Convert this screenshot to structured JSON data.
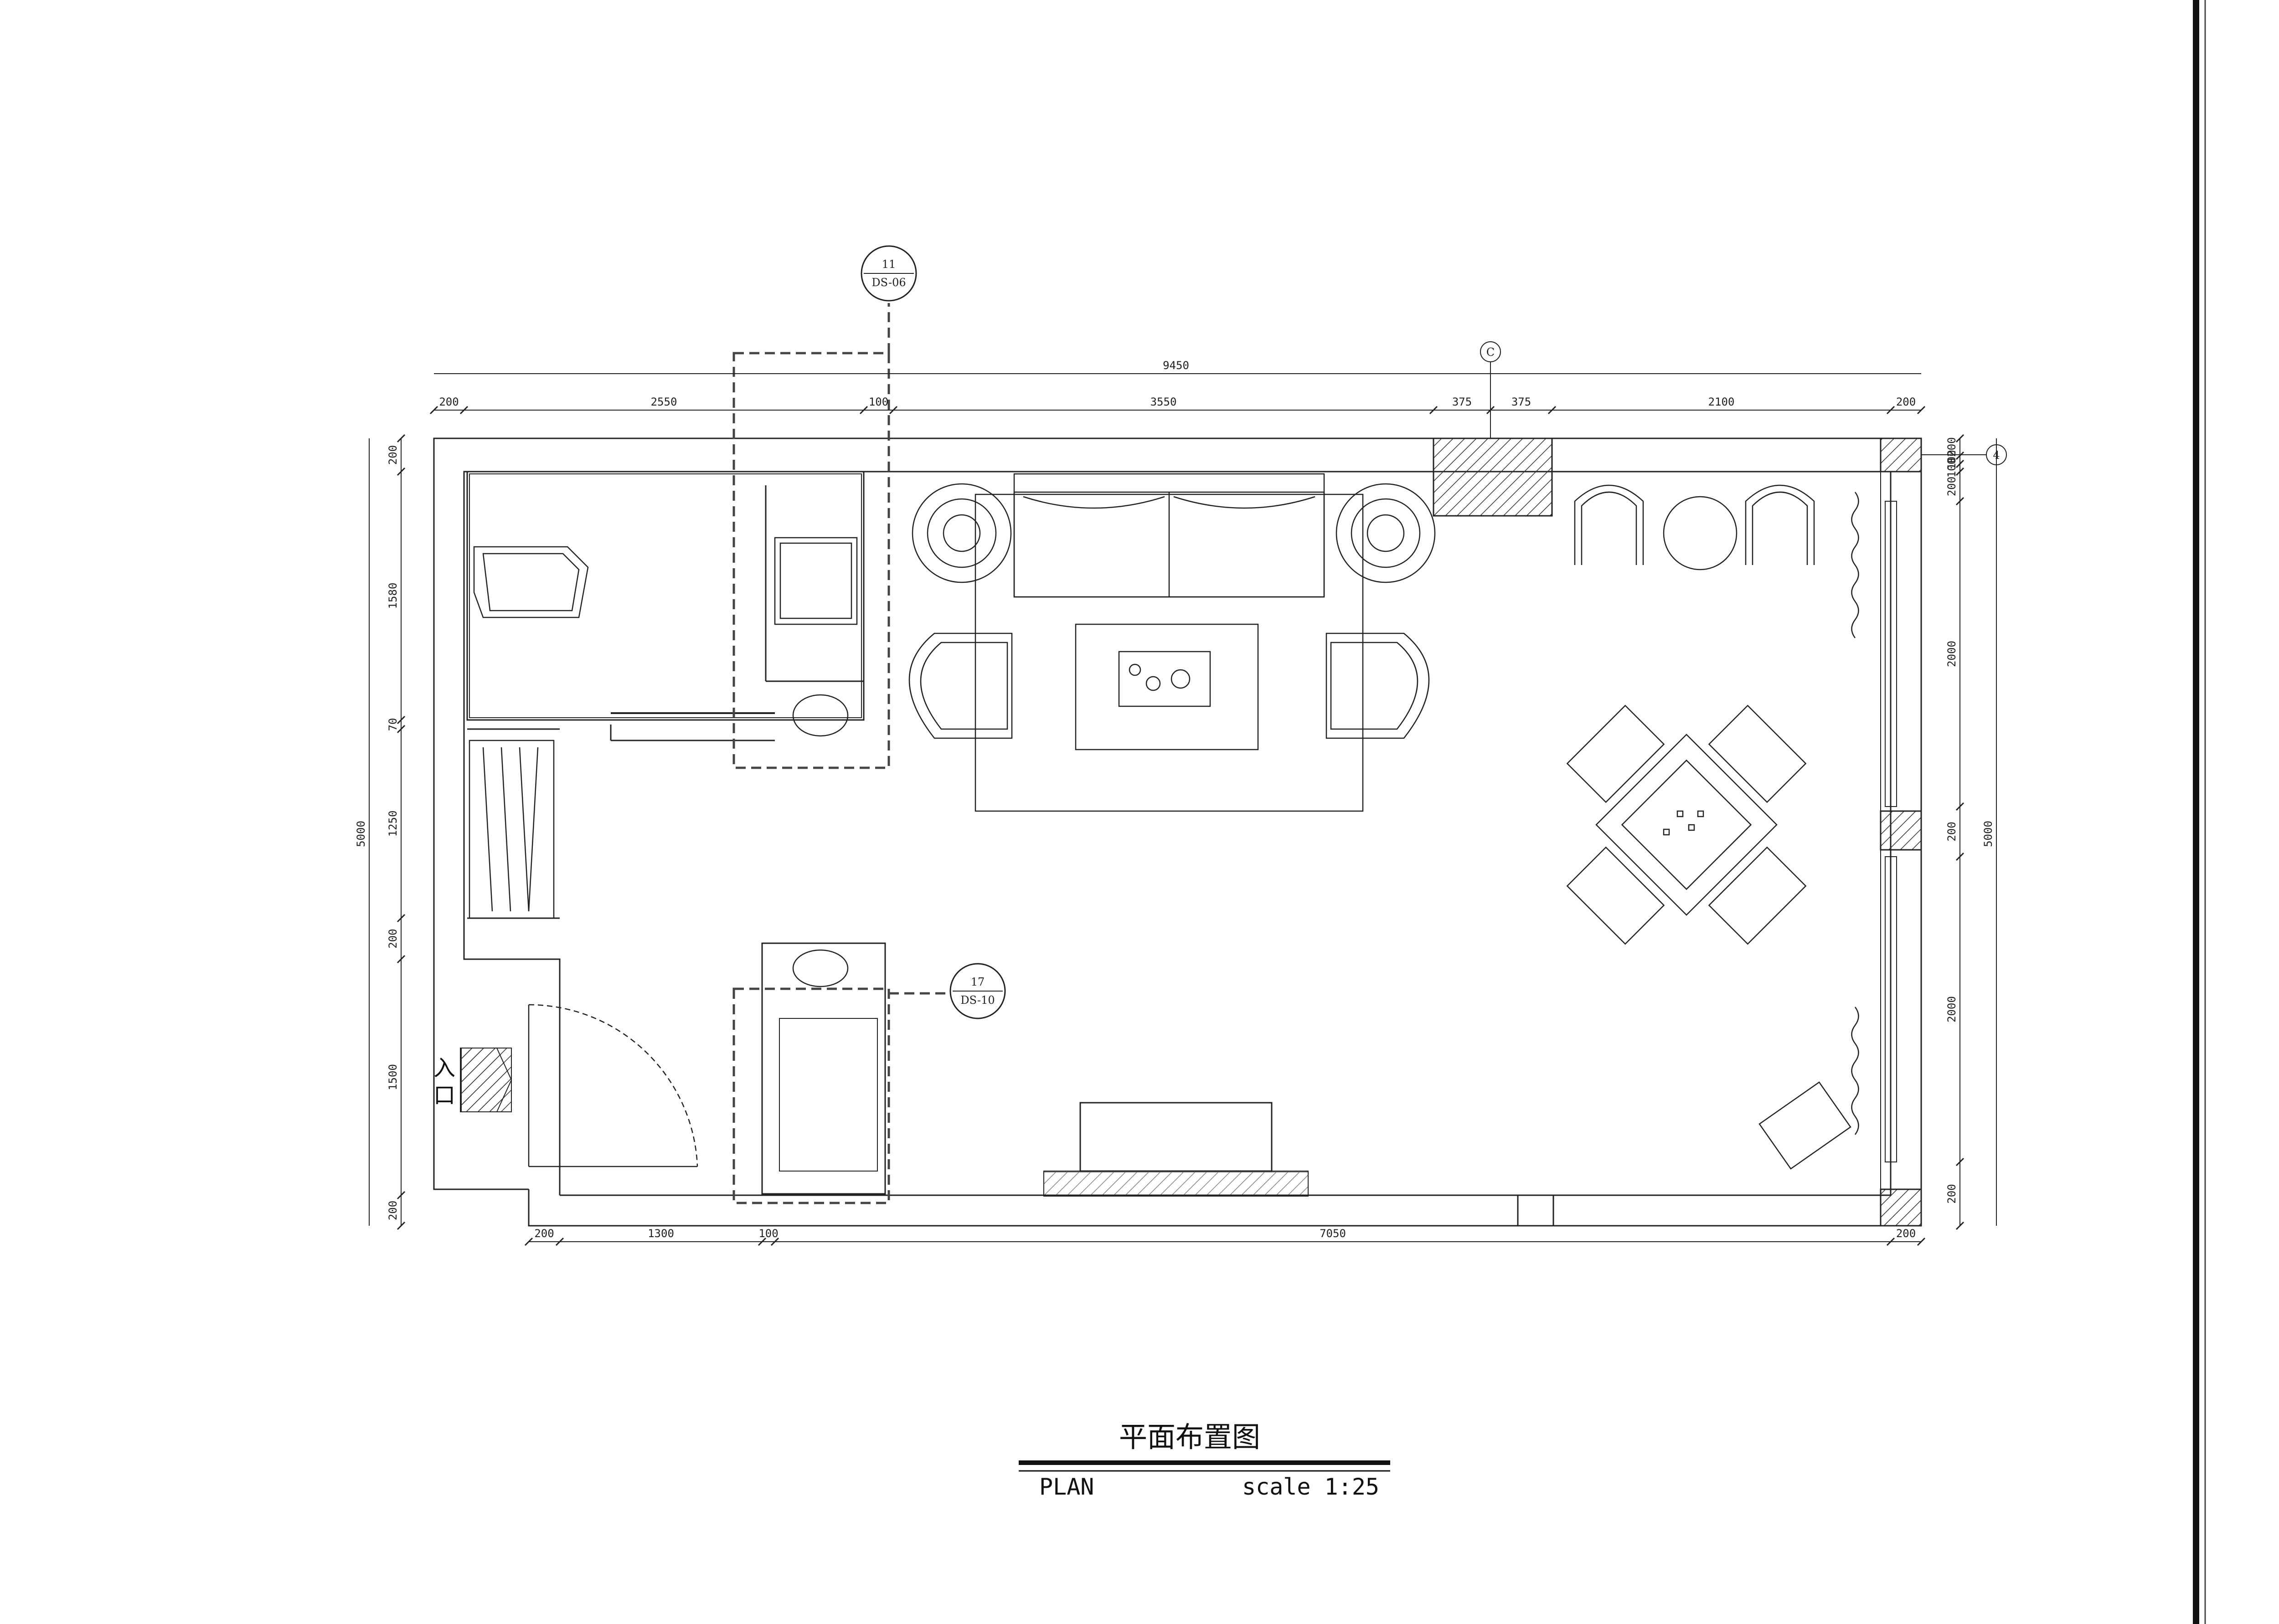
{
  "drawing": {
    "title_cn": "平面布置图",
    "title_en": "PLAN",
    "scale": "scale 1:25",
    "entrance_line1": "入",
    "entrance_line2": "口"
  },
  "dimensions": {
    "top_overall": "9450",
    "top_segments": [
      "200",
      "2550",
      "100",
      "3550",
      "375",
      "375",
      "2100",
      "200"
    ],
    "bottom_segments": [
      "200",
      "1300",
      "100",
      "7050",
      "200"
    ],
    "left_overall": "5000",
    "left_segments": [
      "200",
      "1580",
      "70",
      "1250",
      "200",
      "1500",
      "200"
    ],
    "right_overall": "5000",
    "right_segments": [
      "200",
      "100",
      "100",
      "200",
      "2000",
      "200",
      "2000",
      "200"
    ]
  },
  "callouts": [
    {
      "number": "11",
      "sheet": "DS-06"
    },
    {
      "number": "17",
      "sheet": "DS-10"
    }
  ],
  "grid_markers": {
    "column": "C",
    "row": "4"
  }
}
